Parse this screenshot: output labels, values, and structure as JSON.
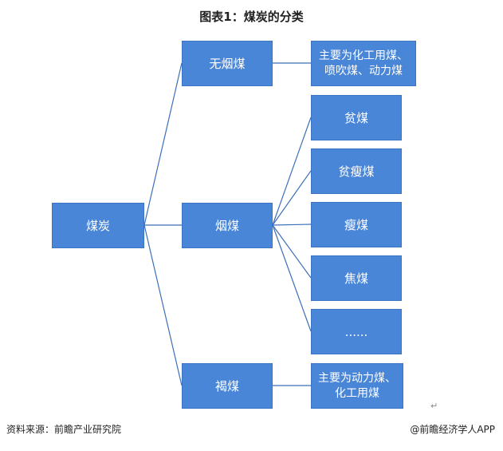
{
  "title": "图表1：煤炭的分类",
  "colors": {
    "node": "#4a86d8",
    "line": "#3b6fb8"
  },
  "nodes": {
    "root": "煤炭",
    "anthracite": "无烟煤",
    "bituminous": "烟煤",
    "lignite": "褐煤",
    "anthracite_use": "主要为化工用煤、\n喷吹煤、动力煤",
    "lean": "贫煤",
    "lean_meager": "贫瘦煤",
    "meager": "瘦煤",
    "coking": "焦煤",
    "more": "......",
    "lignite_use": "主要为动力煤、\n化工用煤"
  },
  "footer": {
    "source": "资料来源：前瞻产业研究院",
    "credit": "@前瞻经济学人APP"
  }
}
